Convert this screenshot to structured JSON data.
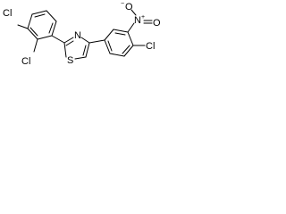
{
  "molecule": {
    "atoms": {
      "cl_top_left": "Cl",
      "cl_ortho": "Cl",
      "sulfur": "S",
      "nitrogen": "N",
      "nitro_oxygen_top": "O",
      "nitro_oxygen_charge": "−",
      "nitro_nitrogen": "N",
      "nitro_nitrogen_charge": "+",
      "nitro_oxygen_double": "O",
      "cl_para": "Cl"
    }
  }
}
